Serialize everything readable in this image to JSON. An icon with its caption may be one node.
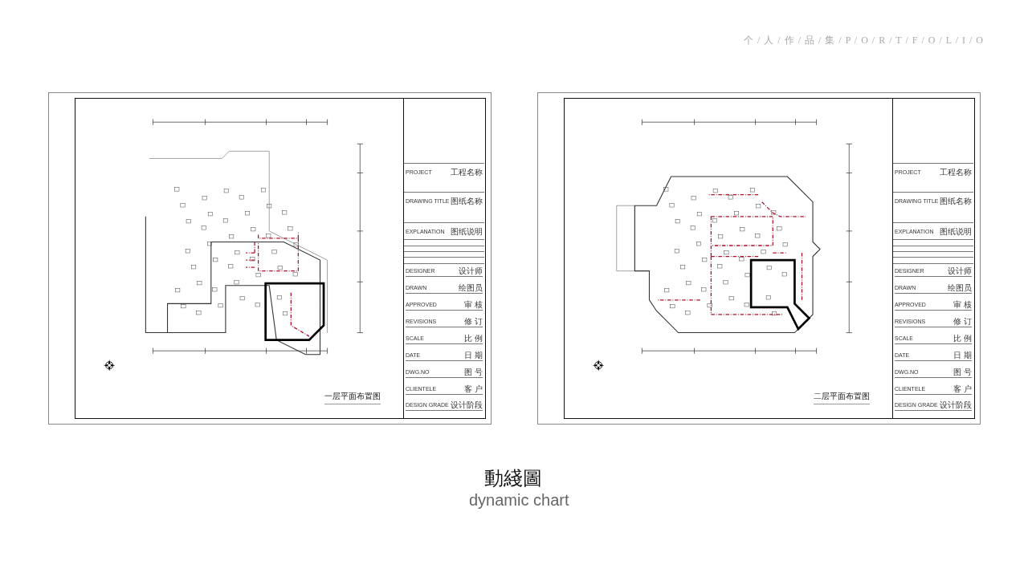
{
  "diagram": {
    "title": "動綫圖",
    "caption": "dynamic chart",
    "labels": [
      "个 / 人 / 作 / 品 / 集 / P / O / R / T / F / O / L / I / O",
      "PROJECT",
      "工程名称",
      "DRAWING TITLE",
      "图纸名称",
      "EXPLANATION",
      "图纸说明",
      "DESIGNER",
      "设计师",
      "DRAWN",
      "绘图员",
      "APPROVED",
      "审 核",
      "REVISIONS",
      "修 订",
      "SCALE",
      "比 例",
      "DATE",
      "日 期",
      "DWG.NO",
      "图 号",
      "CLIENTELE",
      "客 户",
      "DESIGN GRADE",
      "设计阶段",
      "一层平面布置图",
      "PROJECT",
      "工程名称",
      "DRAWING TITLE",
      "图纸名称",
      "EXPLANATION",
      "图纸说明",
      "DESIGNER",
      "设计师",
      "DRAWN",
      "绘图员",
      "APPROVED",
      "审 核",
      "REVISIONS",
      "修 订",
      "SCALE",
      "比 例",
      "DATE",
      "日 期",
      "DWG.NO",
      "图 号",
      "CLIENTELE",
      "客 户",
      "DESIGN GRADE",
      "设计阶段",
      "二层平面布置图"
    ]
  }
}
